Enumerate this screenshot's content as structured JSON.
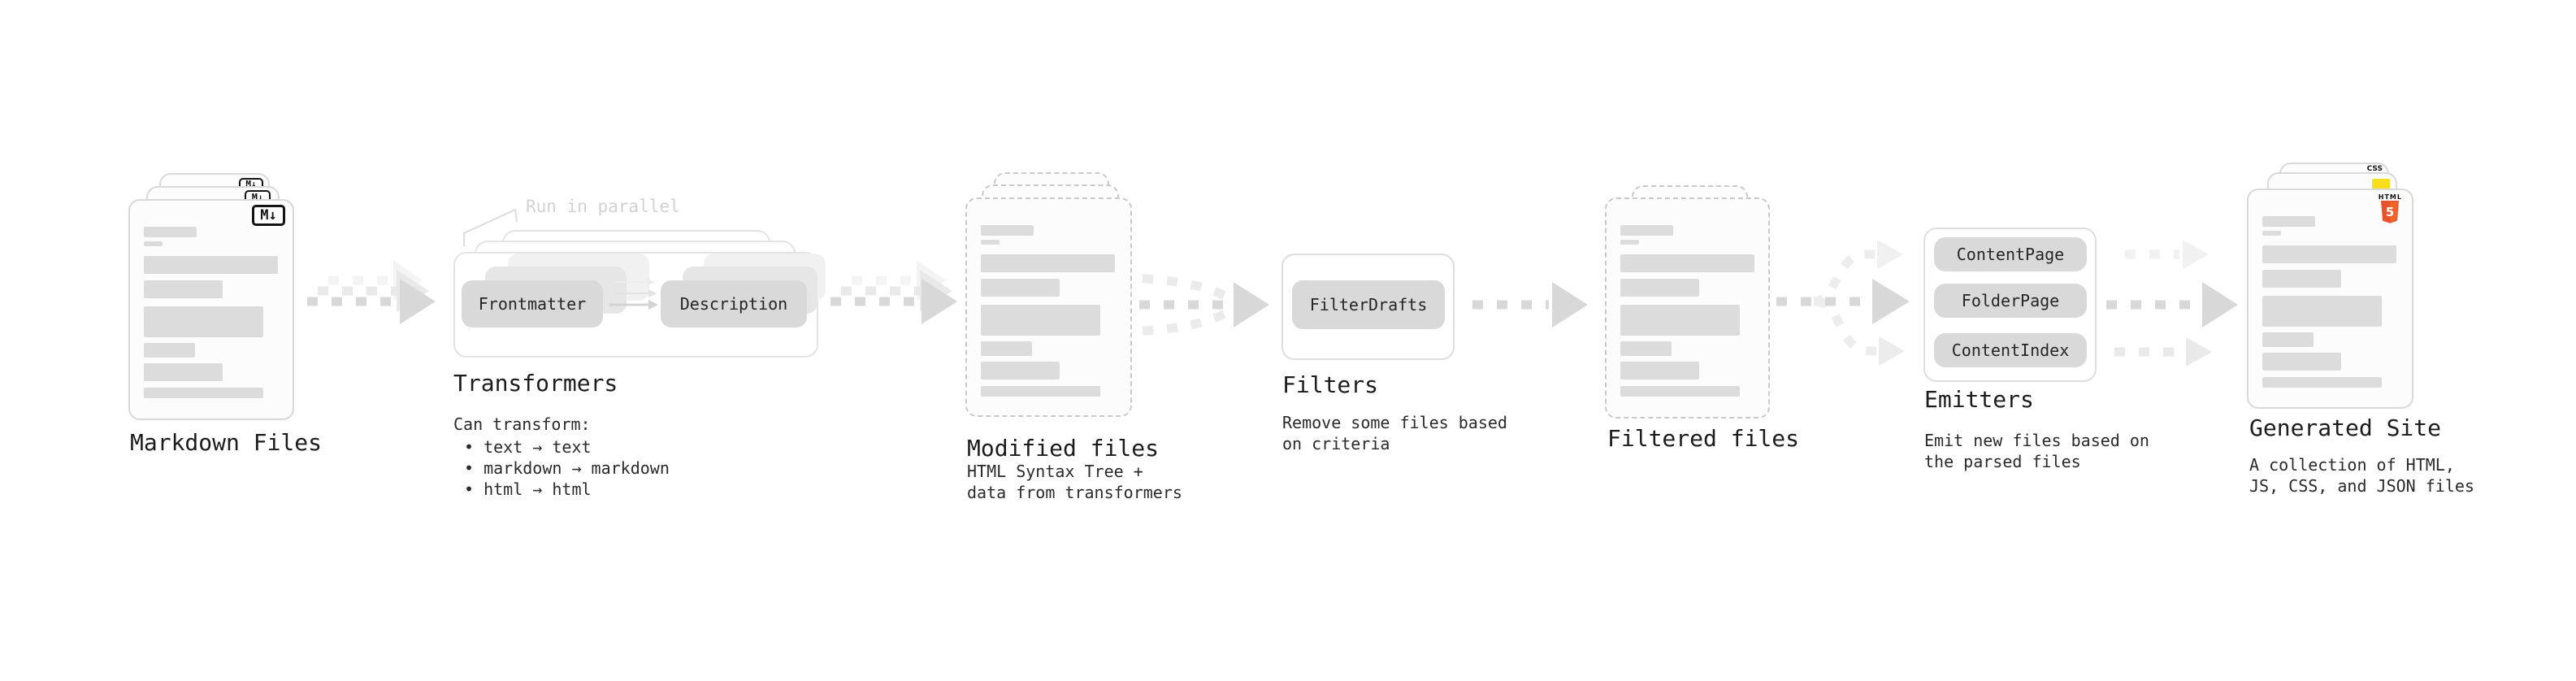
{
  "diagram": {
    "markdown_files": {
      "label": "Markdown Files",
      "icon": "M↓"
    },
    "transformers": {
      "note": "Run in parallel",
      "pills": [
        "Frontmatter",
        "Description"
      ],
      "title": "Transformers",
      "desc_heading": "Can transform:",
      "bullets": [
        "• text → text",
        "• markdown → markdown",
        "• html → html"
      ]
    },
    "modified_files": {
      "title": "Modified files",
      "desc": [
        "HTML Syntax Tree +",
        "data from transformers"
      ]
    },
    "filters": {
      "title": "Filters",
      "pill": "FilterDrafts",
      "desc": [
        "Remove some files based",
        "on criteria"
      ]
    },
    "filtered_files": {
      "label": "Filtered files"
    },
    "emitters": {
      "title": "Emitters",
      "pills": [
        "ContentPage",
        "FolderPage",
        "ContentIndex"
      ],
      "desc": [
        "Emit new files based on",
        "the parsed files"
      ]
    },
    "generated_site": {
      "title": "Generated Site",
      "desc": [
        "A collection of HTML,",
        "JS, CSS, and JSON files"
      ],
      "icons": {
        "css": "CSS",
        "html_wordmark": "HTML",
        "html_number": "5"
      }
    }
  },
  "colors": {
    "html5_orange": "#e8532c",
    "html5_orange_light": "#f16529",
    "js_yellow": "#f7df1e",
    "css_blue": "#2965f1",
    "pill_gray": "#d9d9d9",
    "arrow_gray": "#d8d8d8",
    "note_gray": "#d2d2d2"
  }
}
